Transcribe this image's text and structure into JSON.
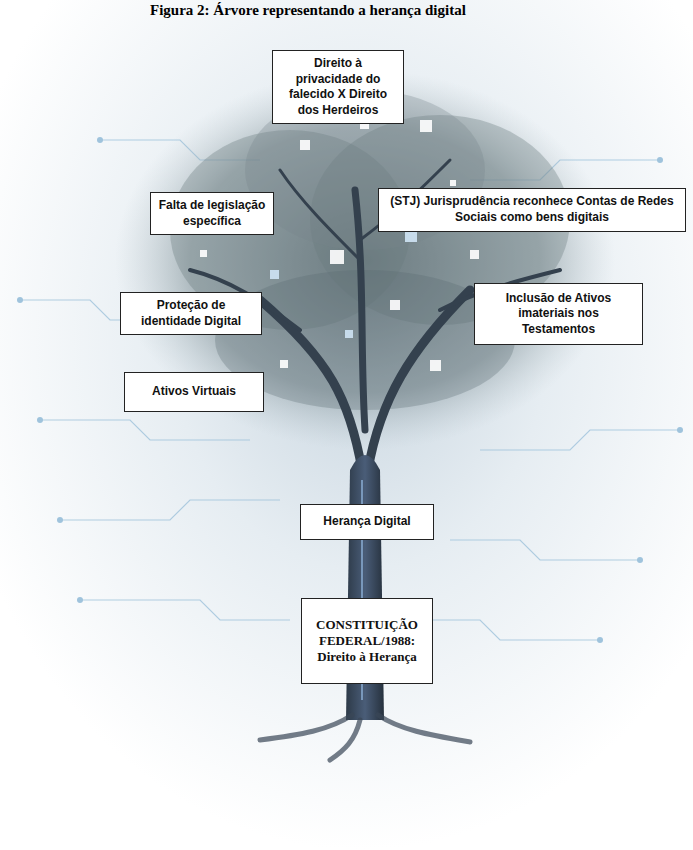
{
  "diagram": {
    "title": "Figura 2: Árvore representando a herança digital",
    "nodes": [
      {
        "text": [
          "Direito à privacidade do falecido X Direito dos Herdeiros"
        ]
      },
      {
        "text": [
          "Falta de legislação específica"
        ]
      },
      {
        "text": [
          "(STJ) Jurisprudência reconhece Contas de Redes Sociais como bens digitais"
        ]
      },
      {
        "text": [
          "Proteção de identidade Digital"
        ]
      },
      {
        "text": [
          "Inclusão de Ativos imateriais nos Testamentos"
        ]
      },
      {
        "text": [
          "Ativos Virtuais"
        ]
      },
      {
        "text": [
          "Herança Digital"
        ]
      },
      {
        "text": [
          "CONSTITUIÇÃO FEDERAL/1988: Direito à Herança"
        ]
      }
    ]
  }
}
